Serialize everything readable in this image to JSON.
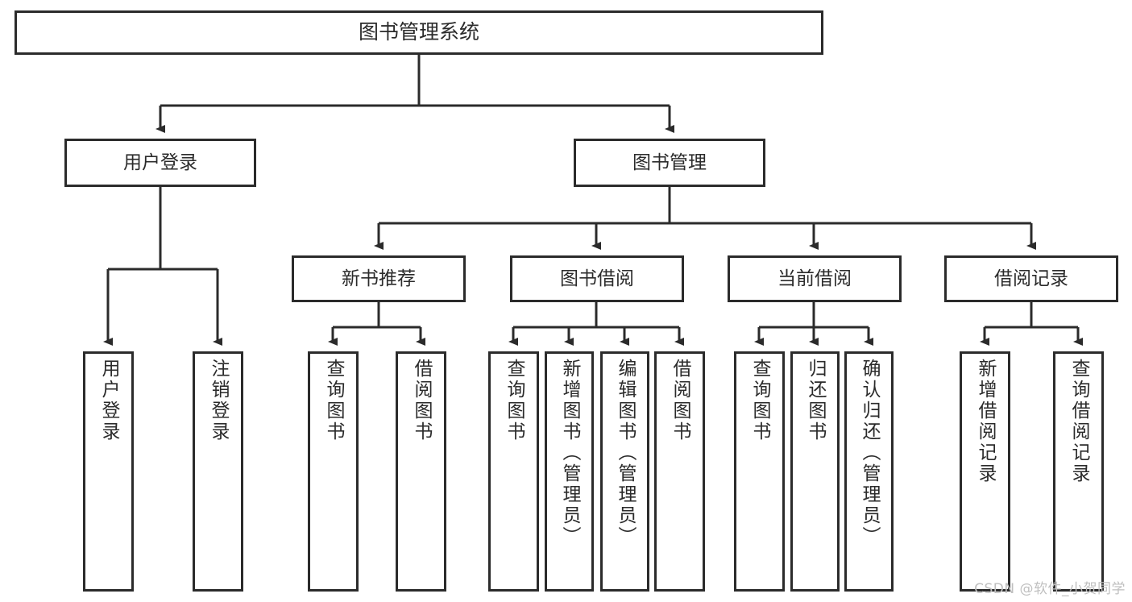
{
  "diagram": {
    "title": "图书管理系统",
    "watermark": "CSDN @软件_小贺同学",
    "line_color": "#2b2b2b",
    "box_fill": "#ffffff",
    "background": "#ffffff",
    "root": {
      "label": "图书管理系统"
    },
    "level1": [
      {
        "label": "用户登录"
      },
      {
        "label": "图书管理"
      }
    ],
    "level2": [
      {
        "label": "新书推荐"
      },
      {
        "label": "图书借阅"
      },
      {
        "label": "当前借阅"
      },
      {
        "label": "借阅记录"
      }
    ],
    "leaves": {
      "user_login": [
        {
          "label": "用户登录"
        },
        {
          "label": "注销登录"
        }
      ],
      "new_book": [
        {
          "label": "查询图书"
        },
        {
          "label": "借阅图书"
        }
      ],
      "book_borrow": [
        {
          "label": "查询图书"
        },
        {
          "label": "新增图书（管理员）"
        },
        {
          "label": "编辑图书（管理员）"
        },
        {
          "label": "借阅图书"
        }
      ],
      "current_borrow": [
        {
          "label": "查询图书"
        },
        {
          "label": "归还图书"
        },
        {
          "label": "确认归还（管理员）"
        }
      ],
      "borrow_record": [
        {
          "label": "新增借阅记录"
        },
        {
          "label": "查询借阅记录"
        }
      ]
    }
  }
}
